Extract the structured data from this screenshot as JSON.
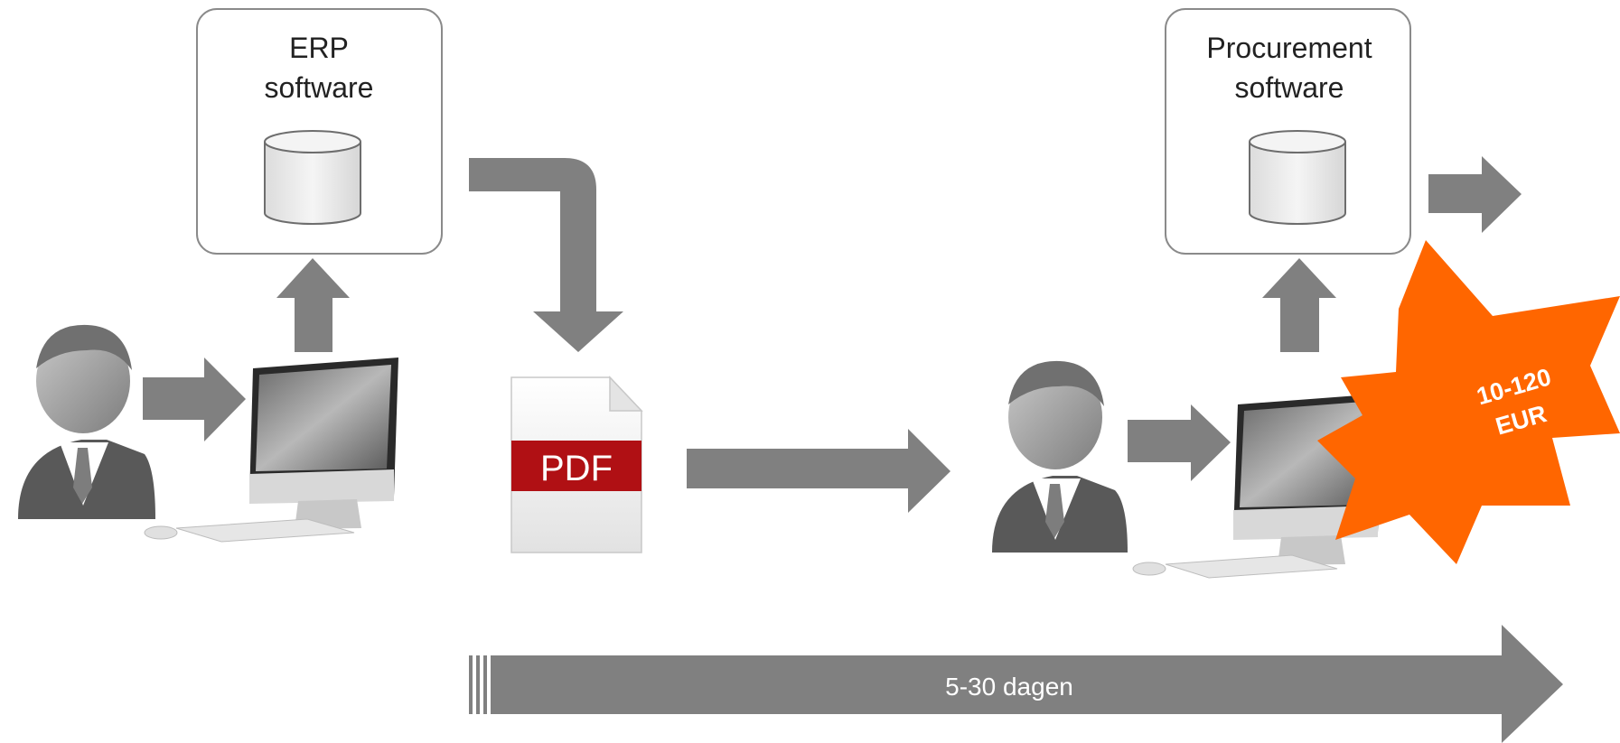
{
  "left_system": {
    "line1": "ERP",
    "line2": "software"
  },
  "right_system": {
    "line1": "Procurement",
    "line2": "software"
  },
  "document": {
    "label": "PDF"
  },
  "timeline": {
    "label": "5-30 dagen"
  },
  "cost_burst": {
    "line1": "10-120",
    "line2": "EUR"
  },
  "colors": {
    "arrow": "#808080",
    "box_border": "#808080",
    "pdf_band": "#b01014",
    "burst": "#ff6600",
    "person_dark": "#595959",
    "person_light": "#9a9a9a"
  }
}
